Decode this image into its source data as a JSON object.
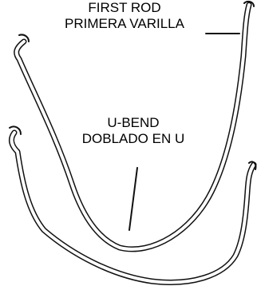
{
  "labels": {
    "first_rod": {
      "line1": "FIRST ROD",
      "line2": "PRIMERA VARILLA"
    },
    "u_bend": {
      "line1": "U-BEND",
      "line2": "DOBLADO EN U"
    }
  },
  "colors": {
    "stroke": "#111111",
    "background": "#ffffff"
  }
}
